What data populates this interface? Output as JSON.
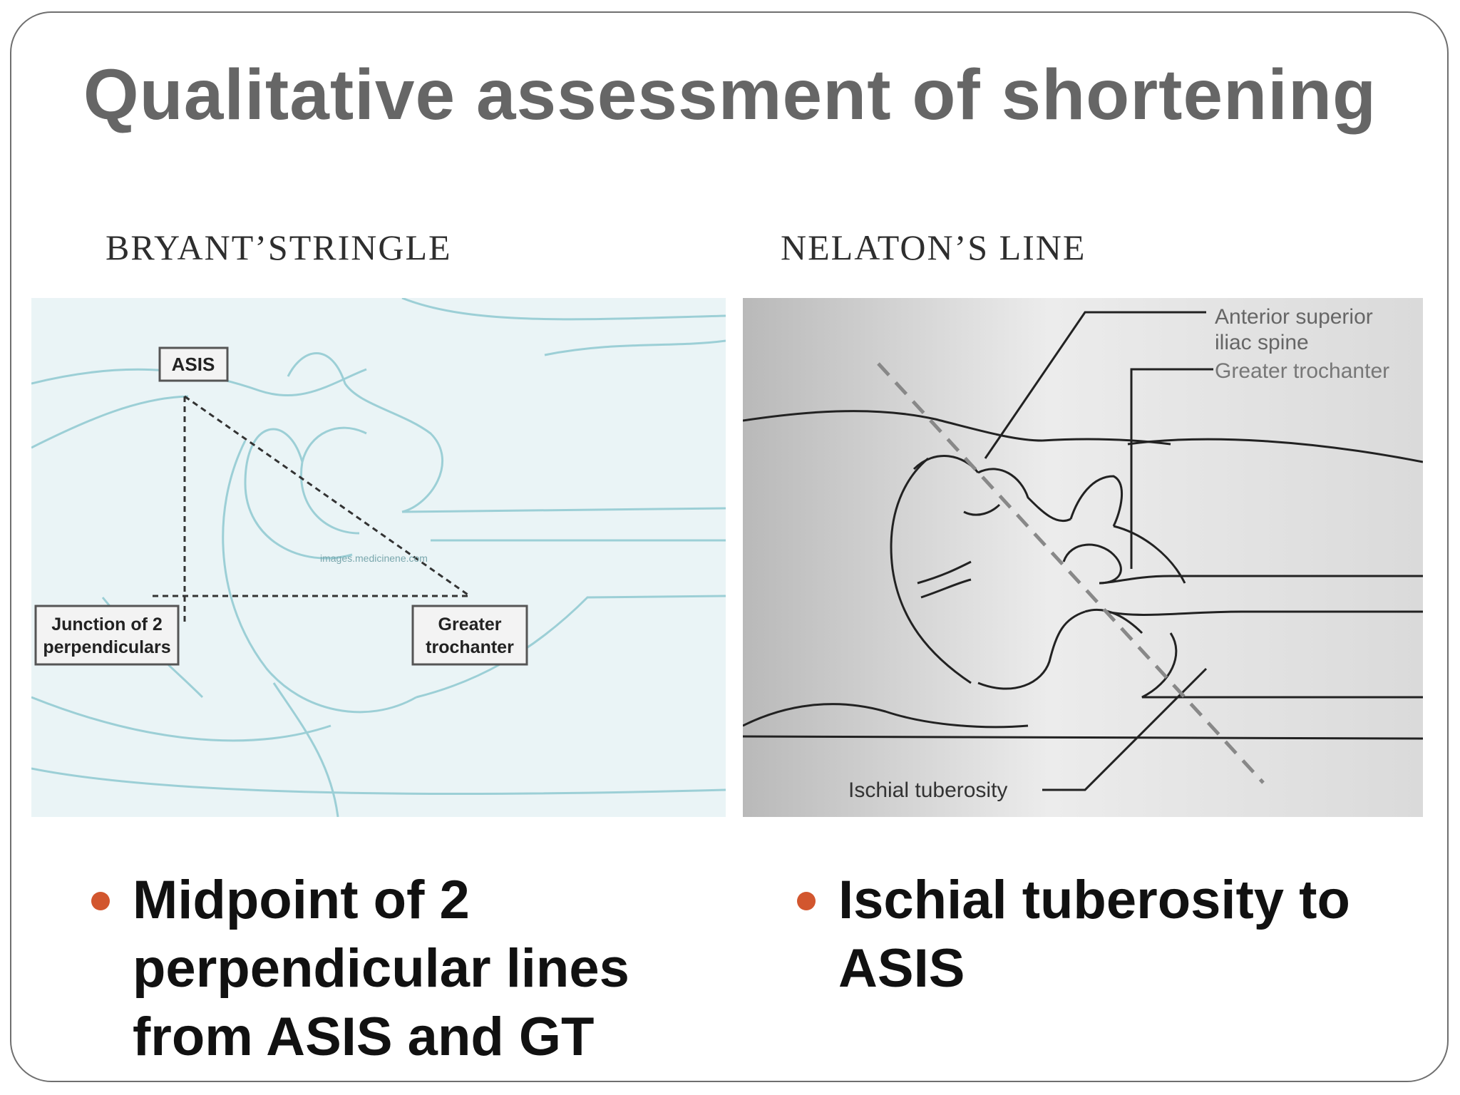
{
  "slide": {
    "title": "Qualitative assessment of shortening"
  },
  "figures": {
    "left": {
      "caption": "BRYANT’STRINGLE",
      "labels": {
        "asis": "ASIS",
        "junction_line1": "Junction of 2",
        "junction_line2": "perpendiculars",
        "gt_line1": "Greater",
        "gt_line2": "trochanter",
        "watermark": "images.medicinene.com"
      }
    },
    "right": {
      "caption": "NELATON’S LINE",
      "labels": {
        "asis_line1": "Anterior superior",
        "asis_line2": "iliac spine",
        "gt": "Greater trochanter",
        "ischial": "Ischial tuberosity"
      }
    }
  },
  "bullets": {
    "left": "Midpoint of 2 perpendicular lines from ASIS and GT",
    "right": "Ischial tuberosity to ASIS"
  },
  "colors": {
    "title": "#666666",
    "bullet_dot": "#d2562e",
    "left_figure_bg": "#eaf4f6",
    "left_figure_lines": "#9ccfd6",
    "right_figure_bg": "#dcdcdc"
  }
}
